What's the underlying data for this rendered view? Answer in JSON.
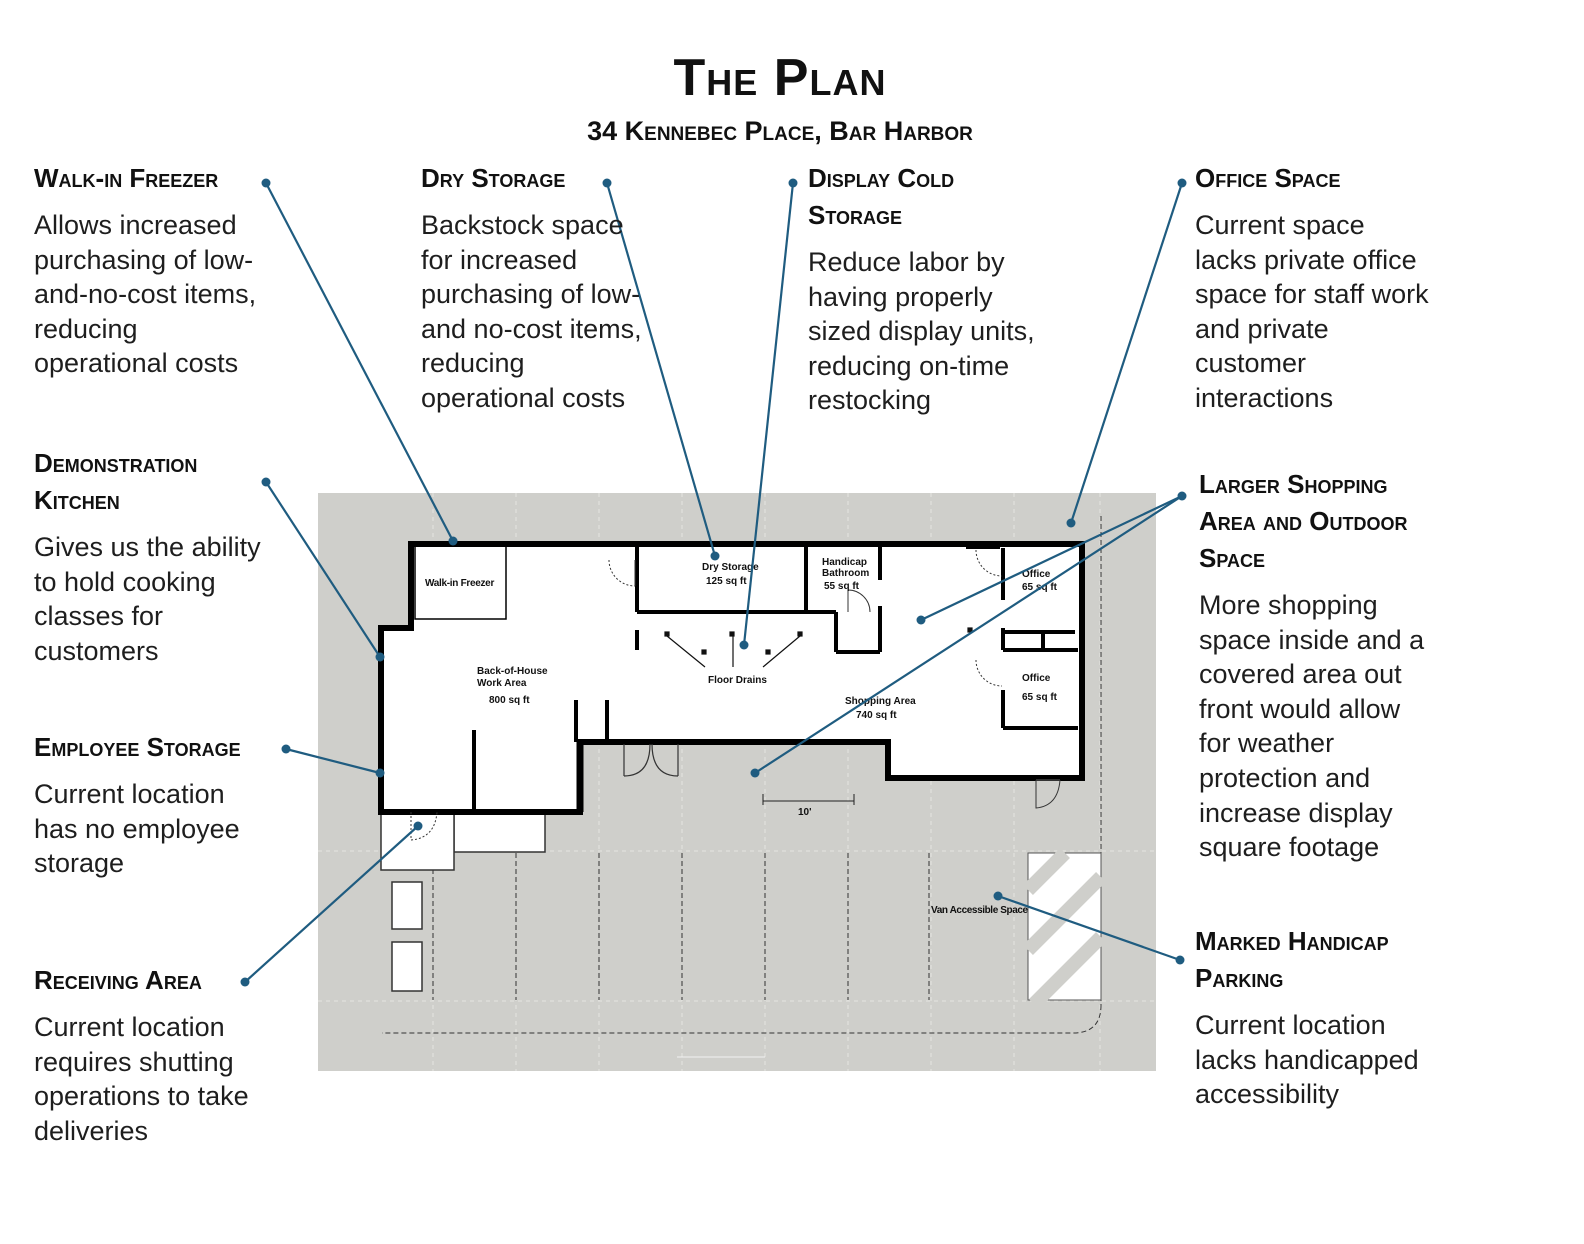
{
  "title": "The Plan",
  "subtitle": "34 Kennebec Place, Bar Harbor",
  "colors": {
    "leader": "#1f5c80",
    "ground": "#cfcfcb",
    "wall": "#000000"
  },
  "callouts": {
    "walkin_freezer": {
      "heading": "Walk-in Freezer",
      "text": "Allows increased\npurchasing of low-\nand-no-cost items,\nreducing\noperational costs"
    },
    "dry_storage": {
      "heading": "Dry Storage",
      "text": "Backstock space\nfor increased\npurchasing of low-\nand no-cost items,\nreducing\noperational costs"
    },
    "display_cold": {
      "heading": "Display Cold\nStorage",
      "text": "Reduce labor by\nhaving properly\nsized display units,\nreducing on-time\nrestocking"
    },
    "office_space": {
      "heading": "Office Space",
      "text": "Current space\nlacks private office\nspace for staff work\nand private\ncustomer\ninteractions"
    },
    "demo_kitchen": {
      "heading": "Demonstration\nKitchen",
      "text": "Gives us the ability\nto hold cooking\nclasses for\ncustomers"
    },
    "shopping_area": {
      "heading": "Larger Shopping\nArea and Outdoor\nSpace",
      "text": "More shopping\nspace inside and a\ncovered area out\nfront would allow\nfor weather\nprotection and\nincrease display\nsquare footage"
    },
    "employee_storage": {
      "heading": "Employee Storage",
      "text": "Current location\nhas no employee\nstorage"
    },
    "receiving_area": {
      "heading": "Receiving Area",
      "text": "Current location\nrequires shutting\noperations to take\ndeliveries"
    },
    "handicap_parking": {
      "heading": "Marked Handicap\nParking",
      "text": "Current location\nlacks handicapped\naccessibility"
    }
  },
  "plan_labels": {
    "walkin": "Walk-in Freezer",
    "boh_1": "Back-of-House",
    "boh_2": "Work Area",
    "boh_3": "800 sq ft",
    "dry_1": "Dry Storage",
    "dry_2": "125 sq ft",
    "bath_1": "Handicap",
    "bath_2": "Bathroom",
    "bath_3": "55 sq ft",
    "office1_1": "Office",
    "office1_2": "65 sq ft",
    "office2_1": "Office",
    "office2_2": "65 sq ft",
    "floor_drains": "Floor Drains",
    "shop_1": "Shopping Area",
    "shop_2": "740 sq ft",
    "dim": "10'",
    "van": "Van Accessible Space"
  }
}
